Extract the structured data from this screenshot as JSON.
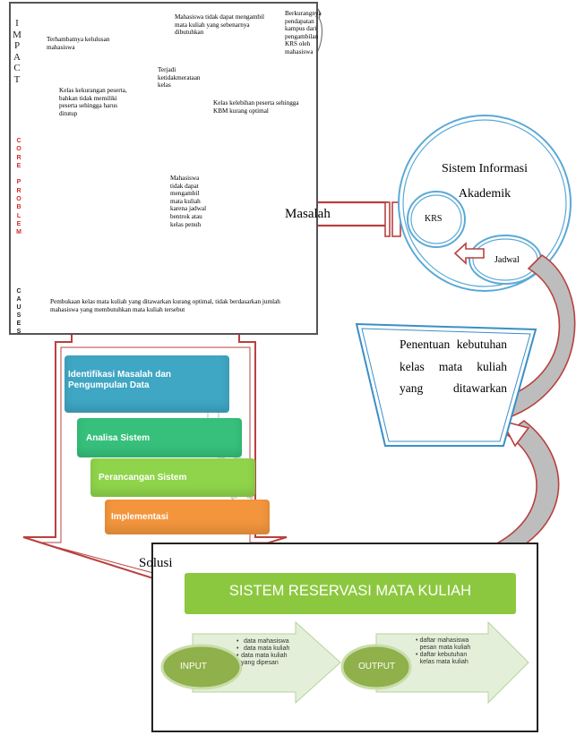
{
  "tree": {
    "impact_letters": [
      "I",
      "M",
      "P",
      "A",
      "C",
      "T"
    ],
    "core_problem_letters": [
      "C",
      "O",
      "R",
      "E",
      "",
      "P",
      "R",
      "O",
      "B",
      "L",
      "E",
      "M"
    ],
    "causes_letters": [
      "C",
      "A",
      "U",
      "S",
      "E",
      "S"
    ],
    "impact_items": [
      "Terhambatnya kelulusan mahasiswa",
      "Mahasiswa tidak dapat mengambil mata kuliah yang sebenarnya dibutuhkan",
      "Berkurangnya pendapatan kampus dari pengambilan KRS oleh mahasiswa",
      "Terjadi ketidakmerataan kelas",
      "Kelas kekurangan peserta, bahkan tidak memiliki peserta sehingga harus ditutup",
      "Kelas kelebihan peserta sehingga KBM kurang optimal"
    ],
    "core_problem": "Mahasiswa tidak dapat mengambil mata kuliah karena jadwal bentrok atau kelas penuh",
    "cause": "Pembukaan kelas mata kuliah yang ditawarkan kurang optimal, tidak berdasarkan jumlah mahasiswa yang membutuhkan mata kuliah tersebut"
  },
  "masalah_label": "Masalah",
  "system": {
    "title": "Sistem Informasi Akademik",
    "krs": "KRS",
    "jadwal": "Jadwal"
  },
  "penentuan": "Penentuan kebutuhan kelas mata kuliah yang ditawarkan",
  "steps": [
    {
      "label": "Identifikasi Masalah dan Pengumpulan  Data",
      "color": "#3fa6c3"
    },
    {
      "label": "Analisa Sistem",
      "color": "#36c07b"
    },
    {
      "label": "Perancangan Sistem",
      "color": "#8fd44a"
    },
    {
      "label": "Implementasi",
      "color": "#f2953d"
    }
  ],
  "solusi_label": "Solusi",
  "reservasi": {
    "title": "SISTEM RESERVASI MATA KULIAH",
    "input_label": "INPUT",
    "input_items": [
      "data mahasiswa",
      "data mata kuliah",
      "data mata kuliah yang dipesan"
    ],
    "output_label": "OUTPUT",
    "output_items": [
      "daftar mahasiswa pesan mata kuliah",
      "daftar kebutuhan kelas mata kuliah"
    ]
  },
  "colors": {
    "red_arrow": "#b8413f",
    "circle_blue": "#5aa9d6",
    "reservasi_green": "#8cc83f",
    "oval_green": "#8fb04a",
    "gray_arrow": "#bdbdbd",
    "arrow_light": "#e4efd9"
  }
}
